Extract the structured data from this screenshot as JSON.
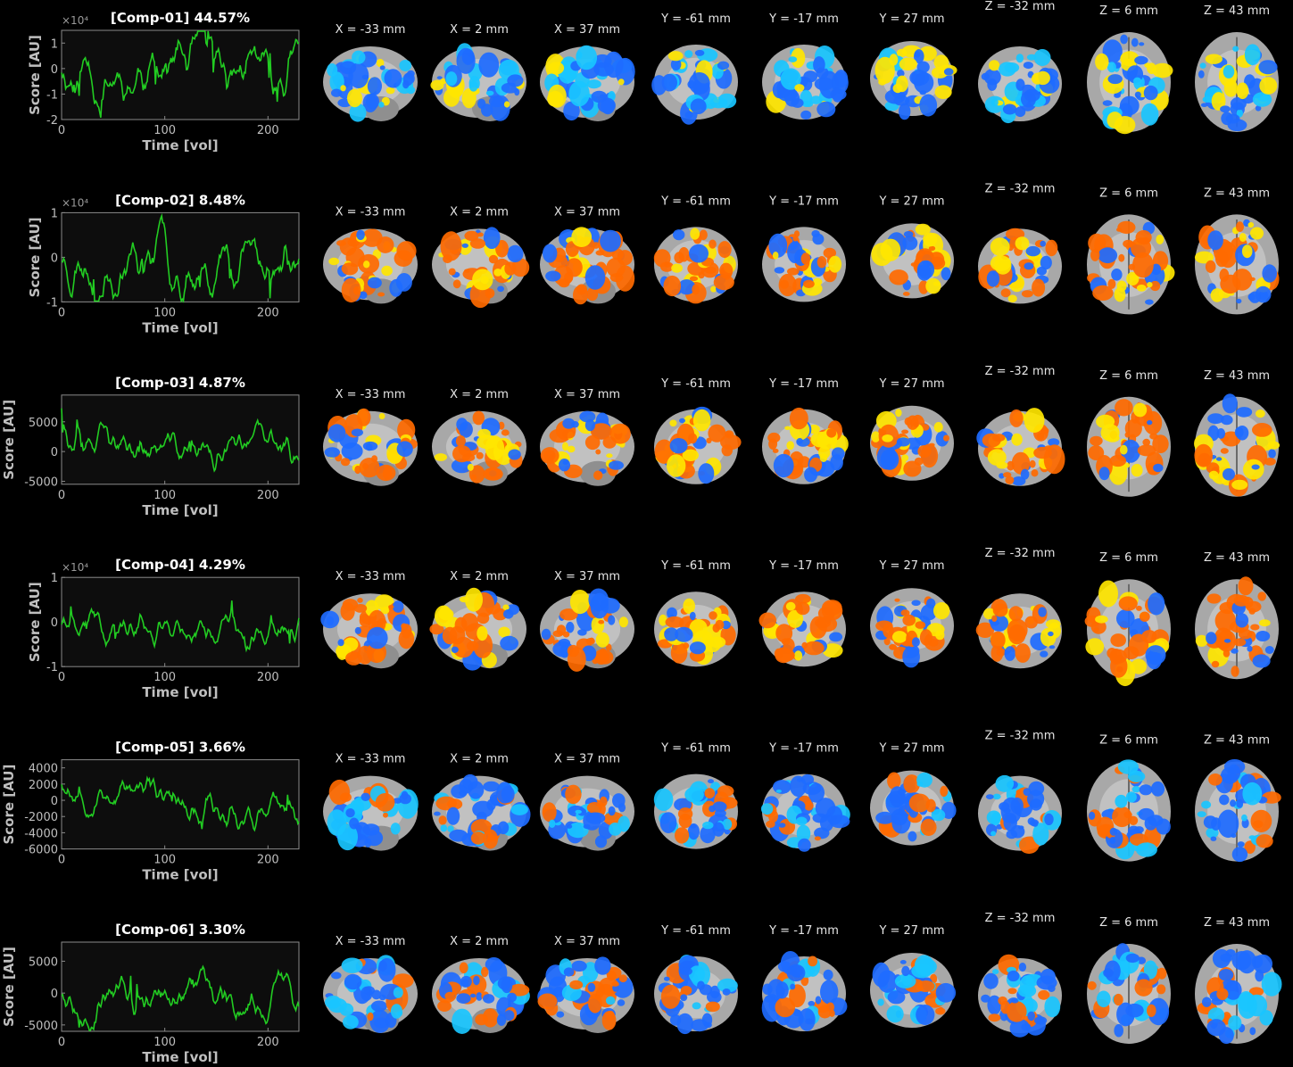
{
  "colors": {
    "background": "#000000",
    "trace": "#22cc22",
    "axis_text": "#bfbfbf",
    "title_text": "#ffffff",
    "plot_bg": "#0d0d0d",
    "blue_map": "#1e6bff",
    "cyan_map": "#19c6ff",
    "orange_map": "#ff6a00",
    "yellow_map": "#ffe600",
    "brain_gray": "#a8a8a8"
  },
  "axes_text": {
    "ylabel": "Score [AU]",
    "xlabel": "Time [vol]",
    "x_ticks": [
      "0",
      "100",
      "200"
    ]
  },
  "slice_labels": {
    "sagittal": [
      "X = -33 mm",
      "X = 2 mm",
      "X = 37 mm"
    ],
    "coronal": [
      "Y = -61 mm",
      "Y = -17 mm",
      "Y = 27 mm"
    ],
    "axial": [
      "Z = -32 mm",
      "Z = 6 mm",
      "Z = 43 mm"
    ]
  },
  "chart_data": [
    {
      "type": "line",
      "title": "[Comp-01] 44.57%",
      "xlabel": "Time [vol]",
      "ylabel": "Score [AU]",
      "exponent": "×10⁴",
      "xlim": [
        0,
        230
      ],
      "ylim": [
        -2,
        1.5
      ],
      "y_ticks": [
        {
          "v": 1,
          "t": "1"
        },
        {
          "v": 0,
          "t": "0"
        },
        {
          "v": -1,
          "t": "-1"
        },
        {
          "v": -2,
          "t": "-2"
        }
      ],
      "trace_seed": 11,
      "trace_amp": 1.3
    },
    {
      "type": "line",
      "title": "[Comp-02] 8.48%",
      "xlabel": "Time [vol]",
      "ylabel": "Score [AU]",
      "exponent": "×10⁴",
      "xlim": [
        0,
        230
      ],
      "ylim": [
        -1,
        1
      ],
      "y_ticks": [
        {
          "v": 1,
          "t": "1"
        },
        {
          "v": 0,
          "t": "0"
        },
        {
          "v": -1,
          "t": "-1"
        }
      ],
      "trace_seed": 23,
      "trace_amp": 0.7
    },
    {
      "type": "line",
      "title": "[Comp-03] 4.87%",
      "xlabel": "Time [vol]",
      "ylabel": "Score [AU]",
      "exponent": "",
      "xlim": [
        0,
        230
      ],
      "ylim": [
        -5500,
        9500
      ],
      "y_ticks": [
        {
          "v": 5000,
          "t": "5000"
        },
        {
          "v": 0,
          "t": "0"
        },
        {
          "v": -5000,
          "t": "-5000"
        }
      ],
      "trace_seed": 37,
      "trace_amp": 3500
    },
    {
      "type": "line",
      "title": "[Comp-04] 4.29%",
      "xlabel": "Time [vol]",
      "ylabel": "Score [AU]",
      "exponent": "×10⁴",
      "xlim": [
        0,
        230
      ],
      "ylim": [
        -1,
        1
      ],
      "y_ticks": [
        {
          "v": 1,
          "t": "1"
        },
        {
          "v": 0,
          "t": "0"
        },
        {
          "v": -1,
          "t": "-1"
        }
      ],
      "trace_seed": 41,
      "trace_amp": 0.45
    },
    {
      "type": "line",
      "title": "[Comp-05] 3.66%",
      "xlabel": "Time [vol]",
      "ylabel": "Score [AU]",
      "exponent": "",
      "xlim": [
        0,
        230
      ],
      "ylim": [
        -6000,
        5000
      ],
      "y_ticks": [
        {
          "v": 4000,
          "t": "4000"
        },
        {
          "v": 2000,
          "t": "2000"
        },
        {
          "v": 0,
          "t": "0"
        },
        {
          "v": -2000,
          "t": "-2000"
        },
        {
          "v": -4000,
          "t": "-4000"
        },
        {
          "v": -6000,
          "t": "-6000"
        }
      ],
      "trace_seed": 53,
      "trace_amp": 2500
    },
    {
      "type": "line",
      "title": "[Comp-06] 3.30%",
      "xlabel": "Time [vol]",
      "ylabel": "Score [AU]",
      "exponent": "",
      "xlim": [
        0,
        230
      ],
      "ylim": [
        -6000,
        8000
      ],
      "y_ticks": [
        {
          "v": 5000,
          "t": "5000"
        },
        {
          "v": 0,
          "t": "0"
        },
        {
          "v": -5000,
          "t": "-5000"
        }
      ],
      "trace_seed": 67,
      "trace_amp": 3500
    }
  ]
}
